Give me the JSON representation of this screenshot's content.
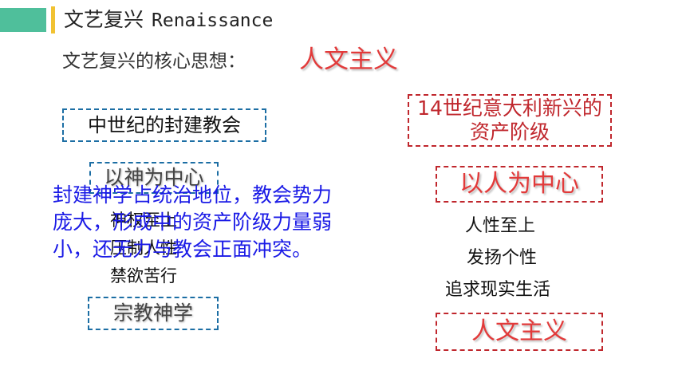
{
  "header": {
    "title_cn": "文艺复兴",
    "title_en": "Renaissance"
  },
  "core": {
    "label": "文艺复兴的核心思想：",
    "value": "人文主义"
  },
  "left": {
    "box_title": "中世纪的封建教会",
    "center_label": "以神为中心",
    "items": [
      "神权至上",
      "压制人性",
      "禁欲苦行"
    ],
    "bottom_label": "宗教神学",
    "overlay_text": "封建神学占统治地位，教会势力庞大，形成中的资产阶级力量弱小，还无力与教会正面冲突。"
  },
  "right": {
    "box_title": "14世纪意大利新兴的资产阶级",
    "center_label": "以人为中心",
    "items": [
      "人性至上",
      "发扬个性",
      "追求现实生活"
    ],
    "bottom_label": "人文主义"
  },
  "colors": {
    "accent_green": "#4fbf9b",
    "accent_yellow": "#f1c232",
    "emphasis_red": "#e23a3a",
    "box_red": "#c0272d",
    "box_blue": "#1c6ea4",
    "overlay_blue": "#1a1ae6"
  }
}
